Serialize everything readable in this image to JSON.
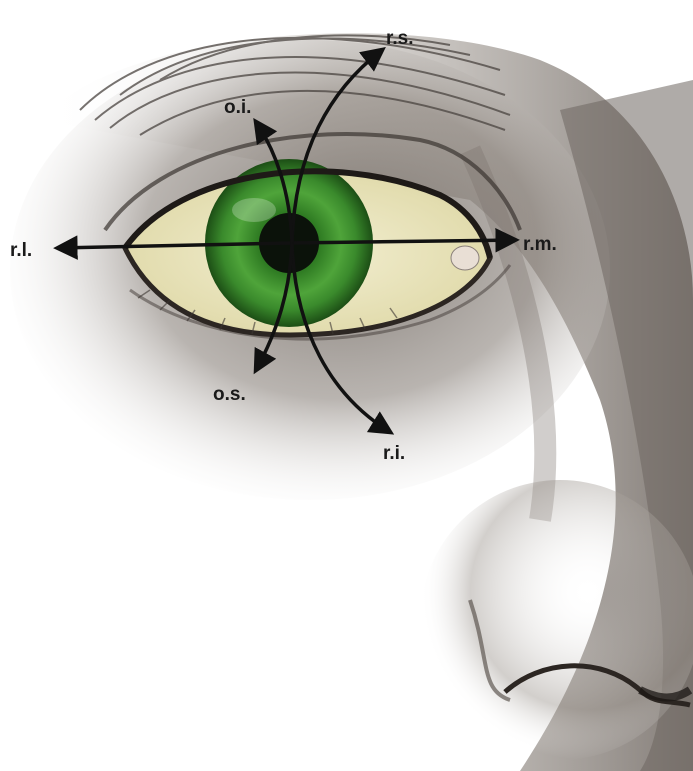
{
  "diagram": {
    "labels": {
      "rl": "r.l.",
      "rm": "r.m.",
      "rs": "r.s.",
      "ri": "r.i.",
      "oi": "o.i.",
      "os": "o.s."
    },
    "colors": {
      "arrow": "#111111",
      "iris": "#3f8f2e",
      "iris_dark": "#1f5a18",
      "sclera": "#ece7c4",
      "skin_shadow": "#5a524c",
      "skin_light": "#f2efeb"
    }
  }
}
